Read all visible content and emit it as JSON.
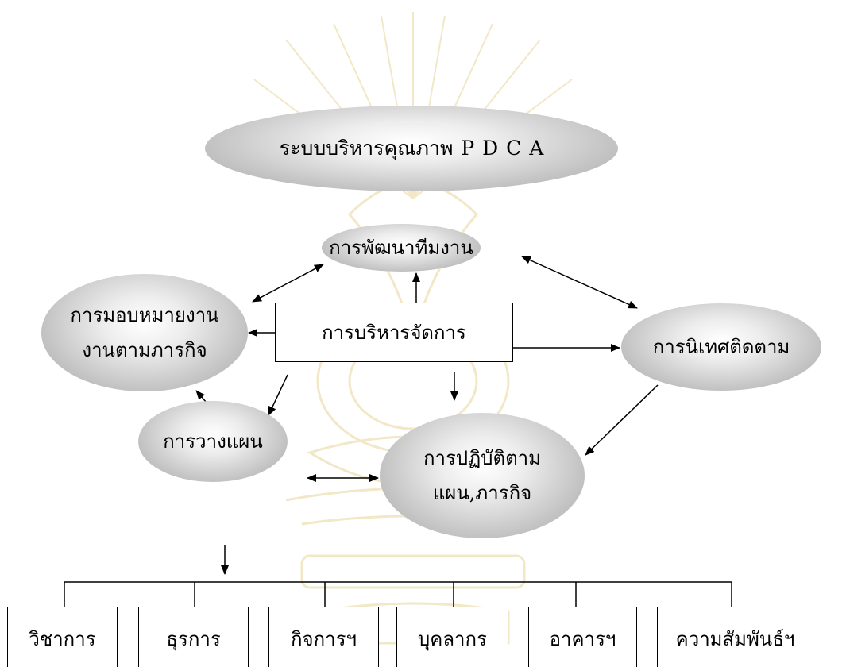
{
  "diagram": {
    "nodes": {
      "pdca": "ระบบบริหารคุณภาพ P D C A",
      "team_development": "การพัฒนาทีมงาน",
      "assignment_line1": "การมอบหมายงาน",
      "assignment_line2": "งานตามภารกิจ",
      "management": "การบริหารจัดการ",
      "supervision": "การนิเทศติดตาม",
      "planning": "การวางแผน",
      "implementation_line1": "การปฏิบัติตาม",
      "implementation_line2": "แผน,ภารกิจ"
    },
    "departments": [
      "วิชาการ",
      "ธุรการ",
      "กิจการฯ",
      "บุคลากร",
      "อาคารฯ",
      "ความสัมพันธ์ฯ"
    ],
    "colors": {
      "ellipse_fill": "#c4c4c4",
      "line": "#000000",
      "watermark": "#f2e8c8"
    }
  }
}
